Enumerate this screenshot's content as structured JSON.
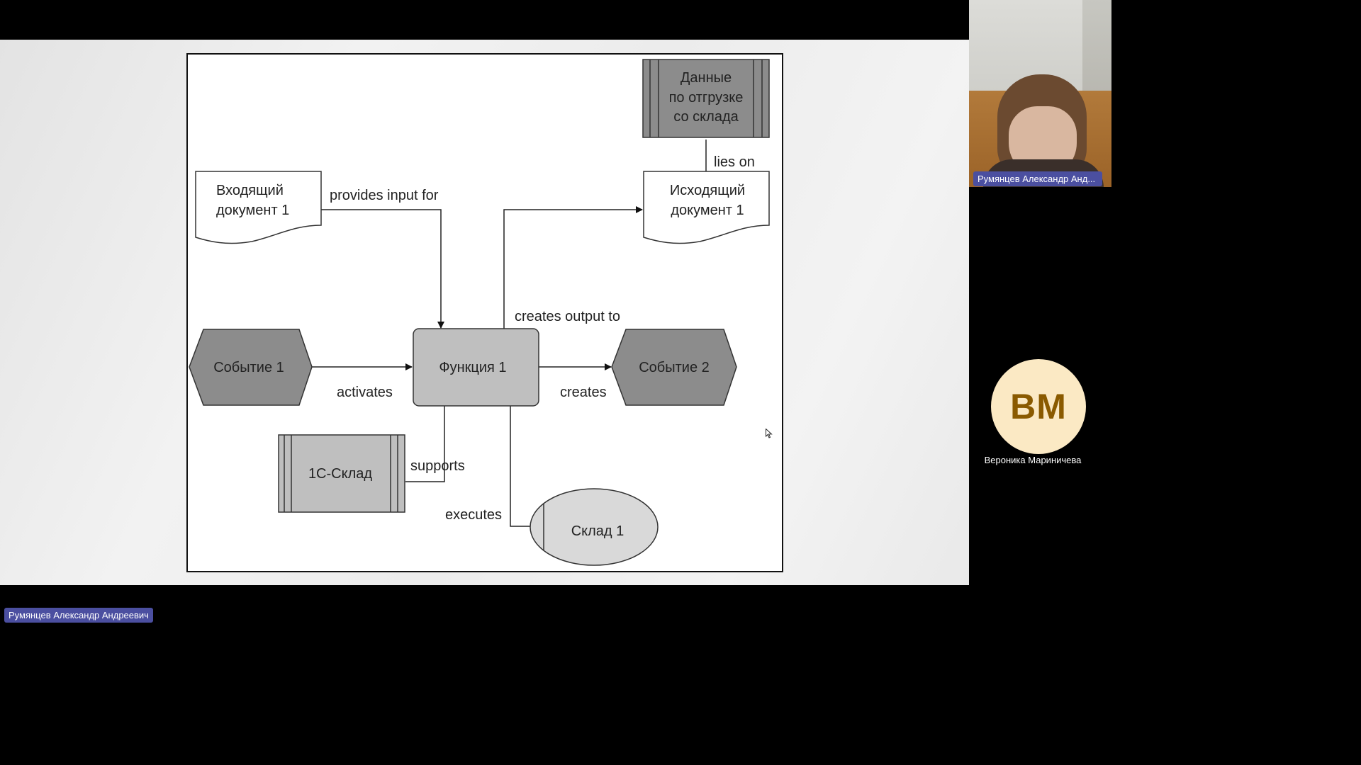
{
  "presenter_label": "Румянцев Александр Андреевич",
  "participants": [
    {
      "name": "Румянцев Александр Анд...",
      "type": "camera"
    },
    {
      "name": "Вероника Мариничева",
      "initials": "ВМ",
      "type": "avatar"
    }
  ],
  "diagram": {
    "nodes": {
      "data_store": [
        "Данные",
        "по отгрузке",
        "со склада"
      ],
      "input_doc": [
        "Входящий",
        "документ 1"
      ],
      "output_doc": [
        "Исходящий",
        "документ 1"
      ],
      "event1": "Событие 1",
      "function1": "Функция 1",
      "event2": "Событие 2",
      "system": "1С-Склад",
      "warehouse": "Склад 1"
    },
    "edges": {
      "lies_on": "lies on",
      "provides_input": "provides input for",
      "creates_output": "creates output to",
      "activates": "activates",
      "creates": "creates",
      "supports": "supports",
      "executes": "executes"
    }
  },
  "colors": {
    "dark_shape": "#8c8c8c",
    "mid_shape": "#bfbfbf",
    "light_shape": "#d9d9d9",
    "name_badge": "#4b4fa0",
    "avatar_bg": "#fbe9c4",
    "avatar_text": "#8a5a00"
  }
}
